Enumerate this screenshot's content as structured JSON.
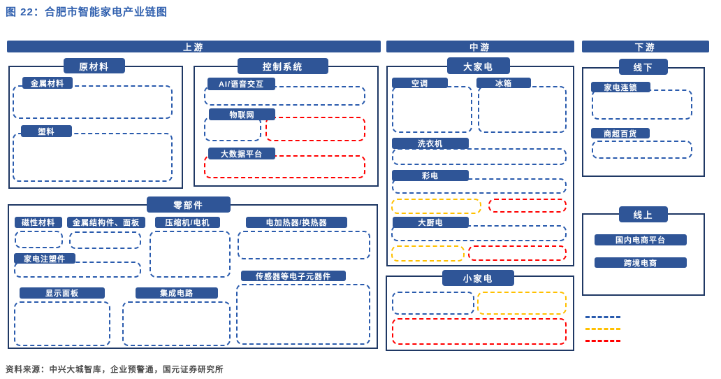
{
  "title": "图 22：合肥市智能家电产业链图",
  "source": "资料来源：中兴大城智库，企业预警通，国元证券研究所",
  "columns": {
    "upstream": "上游",
    "midstream": "中游",
    "downstream": "下游"
  },
  "sections": {
    "raw_materials": {
      "title": "原材料",
      "metal": "金属材料",
      "plastic": "塑料"
    },
    "control_system": {
      "title": "控制系统",
      "ai": "AI/语音交互",
      "iot": "物联网",
      "bigdata": "大数据平台"
    },
    "components": {
      "title": "零部件",
      "magnetic": "磁性材料",
      "metal_parts": "金属结构件、面板",
      "compressor": "压缩机/电机",
      "heater": "电加热器/换热器",
      "injection": "家电注塑件",
      "sensor": "传感器等电子元器件",
      "display": "显示面板",
      "ic": "集成电路"
    },
    "major_appliances": {
      "title": "大家电",
      "ac": "空调",
      "fridge": "冰箱",
      "washer": "洗衣机",
      "tv": "彩电",
      "kitchen": "大厨电"
    },
    "small_appliances": {
      "title": "小家电"
    },
    "offline": {
      "title": "线下",
      "chain": "家电连锁",
      "supermarket": "商超百货"
    },
    "online": {
      "title": "线上",
      "domestic": "国内电商平台",
      "crossborder": "跨境电商"
    }
  },
  "legend": {
    "entries": [
      {
        "name": "blue-dashed-line",
        "color": "#2A5BAD",
        "label": ""
      },
      {
        "name": "yellow-dashed-line",
        "color": "#FFC000",
        "label": ""
      },
      {
        "name": "red-dashed-line",
        "color": "#FF0000",
        "label": ""
      }
    ]
  },
  "colors": {
    "label_fill": "#2F5597",
    "panel_border": "#1F3864",
    "dashed_blue": "#2A5BAD",
    "dashed_yellow": "#FFC000",
    "dashed_red": "#FF0000",
    "title_text": "#2F5FAE",
    "source_text": "#4D4D4D"
  }
}
